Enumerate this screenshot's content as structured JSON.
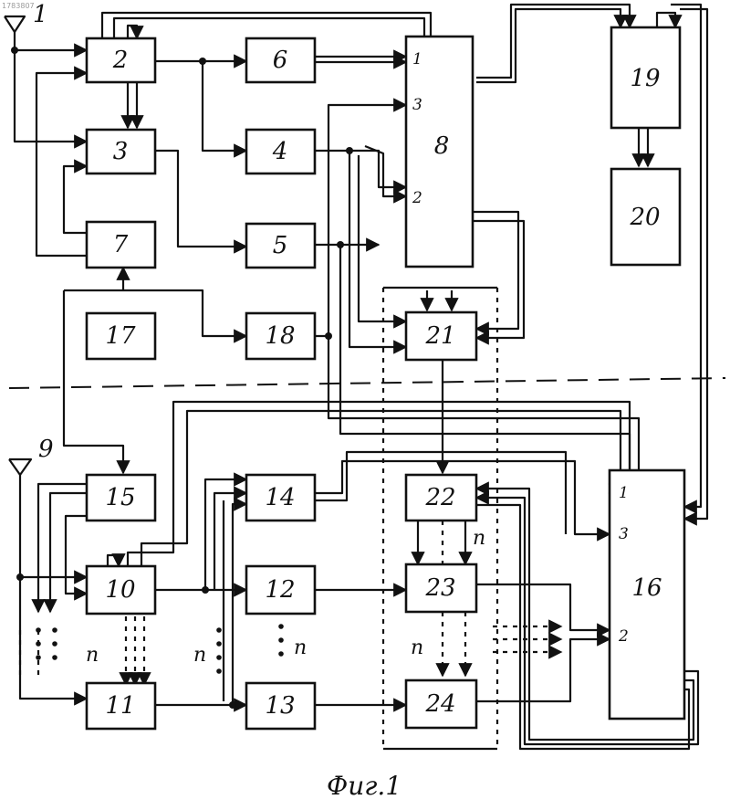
{
  "watermark": "1783807",
  "antennas": [
    {
      "id": "ant1",
      "label": "1"
    },
    {
      "id": "ant9",
      "label": "9"
    }
  ],
  "blocks": [
    {
      "id": "b2",
      "label": "2"
    },
    {
      "id": "b3",
      "label": "3"
    },
    {
      "id": "b4",
      "label": "4"
    },
    {
      "id": "b5",
      "label": "5"
    },
    {
      "id": "b6",
      "label": "6"
    },
    {
      "id": "b7",
      "label": "7"
    },
    {
      "id": "b8",
      "label": "8",
      "ports": [
        "1",
        "3",
        "2"
      ]
    },
    {
      "id": "b10",
      "label": "10"
    },
    {
      "id": "b11",
      "label": "11"
    },
    {
      "id": "b12",
      "label": "12"
    },
    {
      "id": "b13",
      "label": "13"
    },
    {
      "id": "b14",
      "label": "14"
    },
    {
      "id": "b15",
      "label": "15"
    },
    {
      "id": "b16",
      "label": "16",
      "ports": [
        "1",
        "3",
        "2"
      ]
    },
    {
      "id": "b17",
      "label": "17"
    },
    {
      "id": "b18",
      "label": "18"
    },
    {
      "id": "b19",
      "label": "19"
    },
    {
      "id": "b20",
      "label": "20"
    },
    {
      "id": "b21",
      "label": "21"
    },
    {
      "id": "b22",
      "label": "22"
    },
    {
      "id": "b23",
      "label": "23"
    },
    {
      "id": "b24",
      "label": "24"
    }
  ],
  "n_markers": [
    "п",
    "п",
    "п",
    "п",
    "п"
  ],
  "caption": "Фиг.1"
}
